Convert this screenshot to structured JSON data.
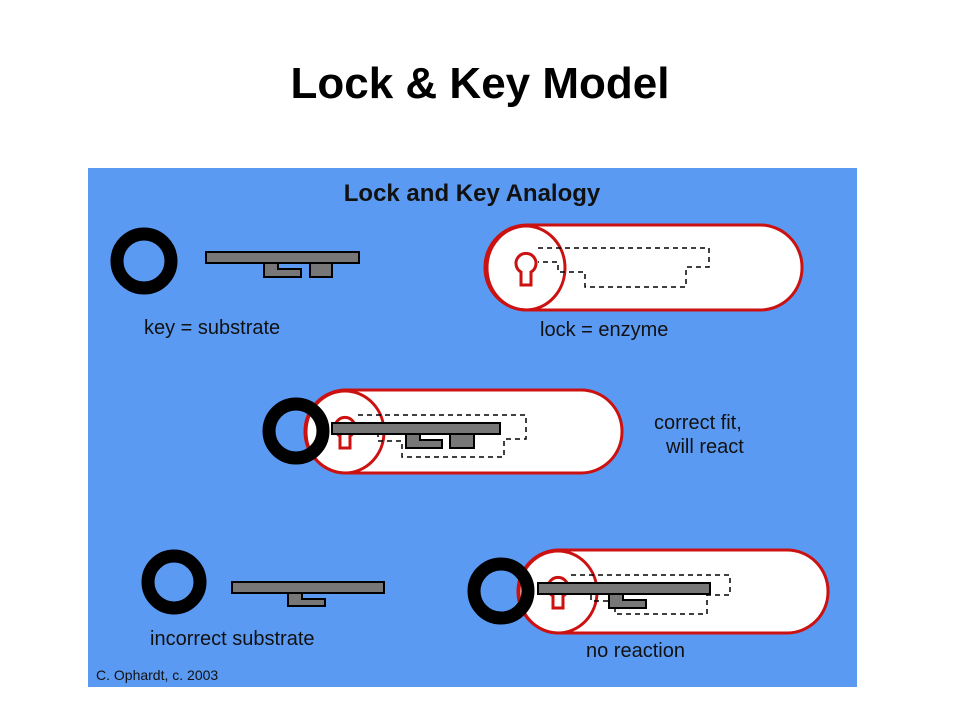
{
  "slide": {
    "title": "Lock & Key Model"
  },
  "figure": {
    "title": "Lock and Key Analogy",
    "labels": {
      "key": "key = substrate",
      "lock": "lock = enzyme",
      "correct_line1": "correct fit,",
      "correct_line2": "will react",
      "incorrect": "incorrect substrate",
      "no_reaction": "no reaction"
    },
    "credit": "C. Ophardt, c. 2003"
  },
  "colors": {
    "background": "#5b9af2",
    "lock_outline": "#cc1111",
    "key_bar": "#777777",
    "key_ring": "#000000"
  }
}
